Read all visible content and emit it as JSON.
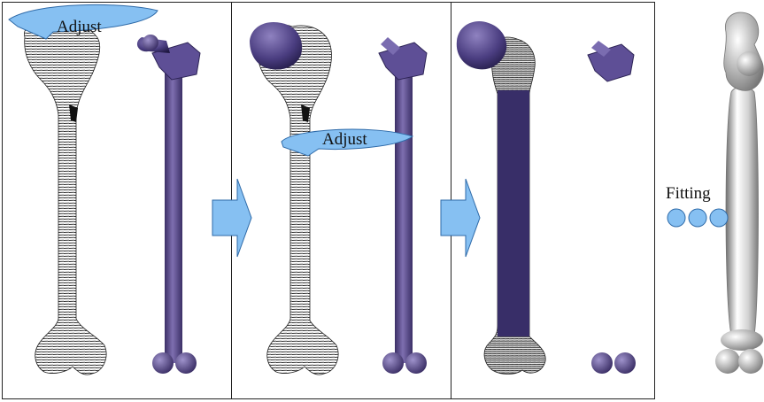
{
  "labels": {
    "adjust_top": "Adjust",
    "adjust_mid": "Adjust",
    "fitting": "Fitting"
  },
  "colors": {
    "bone_ink": "#2a2a2a",
    "template_purple": "#6a5a98",
    "template_purple_dark": "#3b2f66",
    "arrow_blue": "#86c0f2",
    "arrow_blue_stroke": "#2e6aa8",
    "fitted_gray": "#d8d8d8"
  },
  "icons": [
    "curved-adjust-arrow-icon",
    "right-block-arrow-icon",
    "ellipsis-circles-icon"
  ]
}
